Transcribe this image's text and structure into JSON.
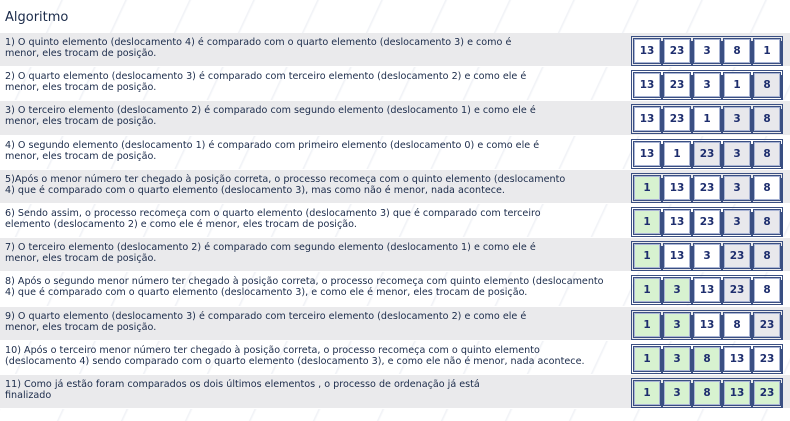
{
  "title": "Algoritmo",
  "steps": [
    {
      "text": "1) O quinto elemento (deslocamento 4) é comparado com o quarto elemento (deslocamento 3) e como é\nmenor, eles trocam de posição.",
      "values": [
        "13",
        "23",
        "3",
        "8",
        "1"
      ],
      "styles": [
        "w",
        "w",
        "w",
        "w",
        "w"
      ]
    },
    {
      "text": "2) O quarto elemento (deslocamento 3) é comparado com terceiro elemento (deslocamento 2) e como ele é\nmenor, eles trocam de posição.",
      "values": [
        "13",
        "23",
        "3",
        "1",
        "8"
      ],
      "styles": [
        "w",
        "w",
        "w",
        "w",
        "g"
      ]
    },
    {
      "text": "3) O terceiro elemento (deslocamento 2) é comparado com segundo elemento (deslocamento 1) e como ele é\nmenor, eles trocam de posição.",
      "values": [
        "13",
        "23",
        "1",
        "3",
        "8"
      ],
      "styles": [
        "w",
        "w",
        "w",
        "g",
        "g"
      ]
    },
    {
      "text": "4) O segundo elemento (deslocamento 1) é comparado com primeiro elemento (deslocamento 0) e como ele é\nmenor, eles trocam de posição.",
      "values": [
        "13",
        "1",
        "23",
        "3",
        "8"
      ],
      "styles": [
        "w",
        "w",
        "g",
        "g",
        "g"
      ]
    },
    {
      "text": "5)Após o menor número ter chegado à posição correta, o processo recomeça com o quinto elemento (deslocamento\n4) que é comparado com o quarto elemento (deslocamento 3), mas como não é menor, nada acontece.",
      "values": [
        "1",
        "13",
        "23",
        "3",
        "8"
      ],
      "styles": [
        "G",
        "w",
        "w",
        "g",
        "w"
      ]
    },
    {
      "text": "6) Sendo assim, o processo recomeça com o quarto elemento (deslocamento 3) que é comparado com terceiro\nelemento (deslocamento 2) e como ele é menor, eles trocam de posição.",
      "values": [
        "1",
        "13",
        "23",
        "3",
        "8"
      ],
      "styles": [
        "G",
        "w",
        "w",
        "g",
        "g"
      ]
    },
    {
      "text": "7) O terceiro elemento (deslocamento 2) é comparado com segundo elemento (deslocamento 1) e como ele é\nmenor, eles trocam de posição.",
      "values": [
        "1",
        "13",
        "3",
        "23",
        "8"
      ],
      "styles": [
        "G",
        "w",
        "w",
        "g",
        "g"
      ]
    },
    {
      "text": "8) Após o segundo menor número ter chegado à posição correta, o processo recomeça com quinto elemento (deslocamento\n4) que é comparado com o quarto elemento (deslocamento 3), e como ele é menor, eles trocam de posição.",
      "values": [
        "1",
        "3",
        "13",
        "23",
        "8"
      ],
      "styles": [
        "G",
        "G",
        "w",
        "g",
        "w"
      ]
    },
    {
      "text": "9) O quarto elemento (deslocamento 3) é comparado com terceiro elemento (deslocamento 2) e como ele é\nmenor, eles trocam de posição.",
      "values": [
        "1",
        "3",
        "13",
        "8",
        "23"
      ],
      "styles": [
        "G",
        "G",
        "w",
        "w",
        "g"
      ]
    },
    {
      "text": "10) Após o terceiro menor número ter chegado à posição correta, o processo recomeça com o quinto elemento\n(deslocamento 4) sendo comparado com o quarto elemento (deslocamento 3), e como ele não é menor, nada acontece.",
      "values": [
        "1",
        "3",
        "8",
        "13",
        "23"
      ],
      "styles": [
        "G",
        "G",
        "G",
        "w",
        "w"
      ]
    },
    {
      "text": "11) Como já estão foram comparados os dois últimos elementos , o processo de ordenação já está\nfinalizado",
      "values": [
        "1",
        "3",
        "8",
        "13",
        "23"
      ],
      "styles": [
        "G",
        "G",
        "G",
        "G",
        "G"
      ]
    }
  ],
  "colors": {
    "green": "#d7f2d0",
    "gray": "#e8e8ec",
    "white": "#ffffff",
    "border": "#3a4f82",
    "text": "#1e2e6e"
  }
}
